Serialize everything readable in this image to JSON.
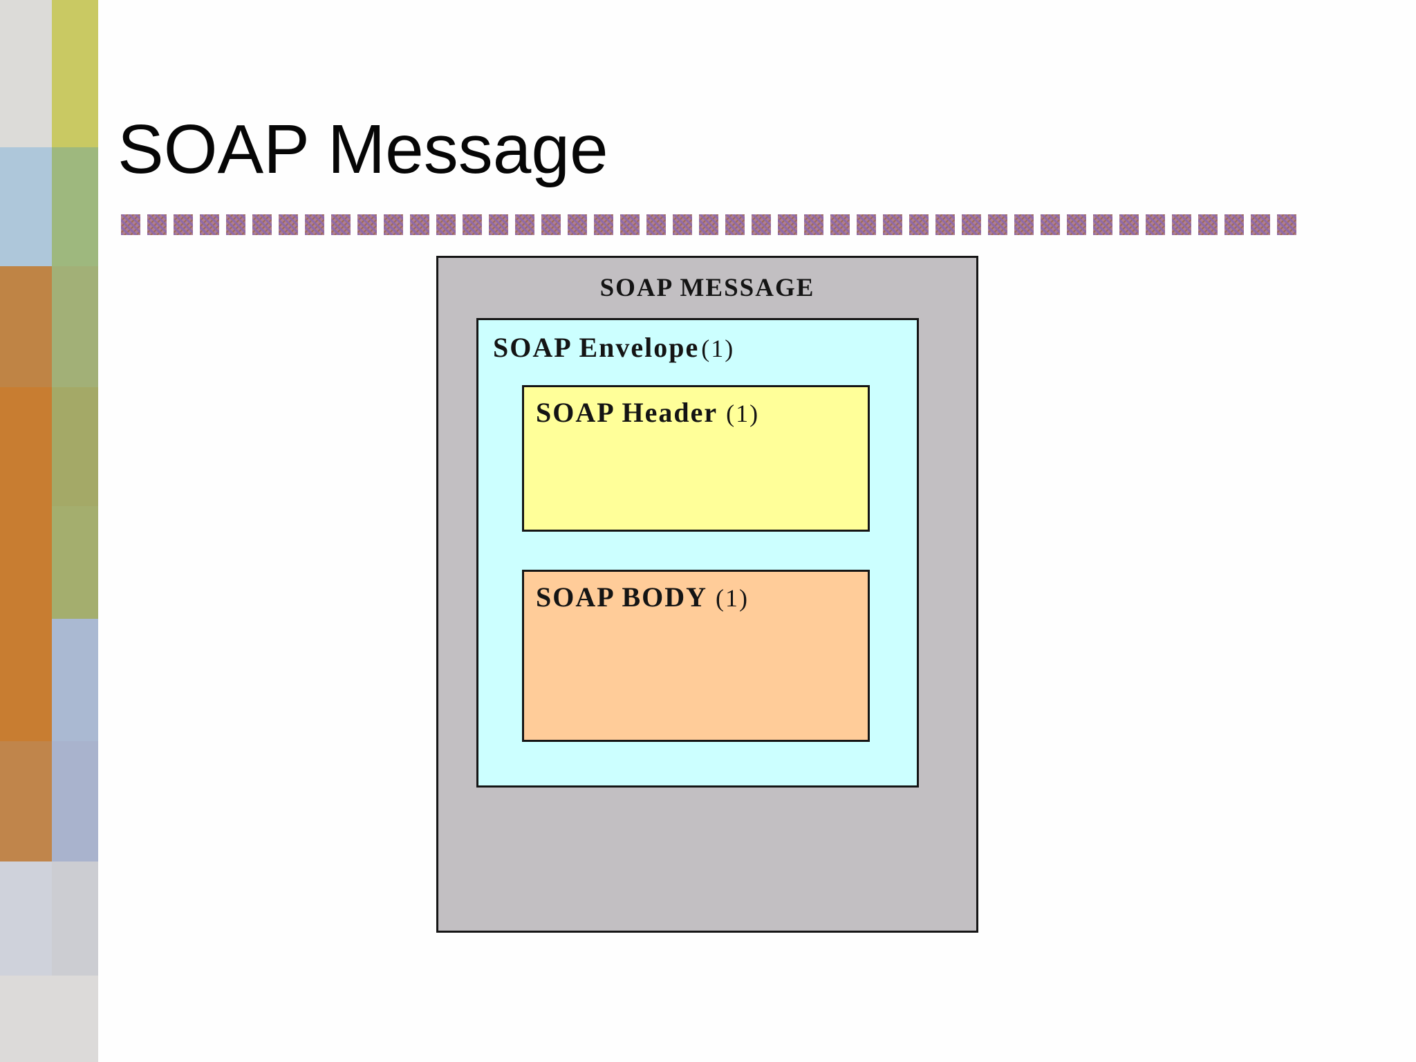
{
  "slide": {
    "title": "SOAP Message"
  },
  "separator": {
    "square_count": 45,
    "base_color": "#b07e92",
    "accent_purple": "#8f6aa8",
    "accent_brown": "#9c6a58"
  },
  "sidebar": {
    "rows": [
      {
        "col1": "#dcdbd8",
        "col2": "#c9c963"
      },
      {
        "col1": "#aec7da",
        "col2": "#9eb87e"
      },
      {
        "col1": "#bf8445",
        "col2": "#a2b077"
      },
      {
        "col1": "#c87d31",
        "col2": "#a4a967"
      },
      {
        "col1": "#c87d31",
        "col2": "#a4ae6e"
      },
      {
        "col1": "#c87d31",
        "col2": "#aab9d2"
      },
      {
        "col1": "#c0854b",
        "col2": "#a9b3cd"
      },
      {
        "col1": "#cfd2db",
        "col2": "#cccdd2"
      },
      {
        "col1": "#dcdad9",
        "col2": "#dcdad9"
      }
    ]
  },
  "diagram": {
    "message": {
      "label": "SOAP MESSAGE",
      "fill": "#c2bfc2"
    },
    "envelope": {
      "label": "SOAP Envelope",
      "count": "(1)",
      "fill": "#ccffff"
    },
    "header": {
      "label": "SOAP Header",
      "count": "(1)",
      "fill": "#ffff99"
    },
    "body": {
      "label": "SOAP BODY",
      "count": "(1)",
      "fill": "#ffcc99"
    }
  }
}
